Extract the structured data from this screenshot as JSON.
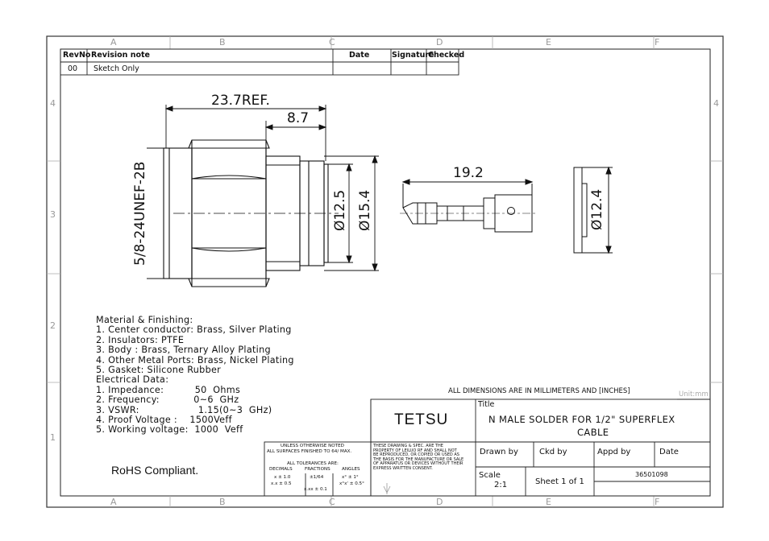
{
  "revision_table": {
    "headers": [
      "RevNo",
      "Revision note",
      "Date",
      "Signature",
      "Checked"
    ],
    "rows": [
      [
        "00",
        "Sketch Only",
        "",
        "",
        ""
      ]
    ]
  },
  "zones": {
    "top": [
      "A",
      "B",
      "C",
      "D",
      "E",
      "F"
    ],
    "bottom": [
      "A",
      "B",
      "C",
      "D",
      "E",
      "F"
    ],
    "left": [
      "4",
      "3",
      "2",
      "1"
    ],
    "right": [
      "4"
    ]
  },
  "dimensions": {
    "overall": "23.7REF.",
    "hex": "8.7",
    "thread": "5/8-24UNEF-2B",
    "dia1": "Ø12.5",
    "dia2": "Ø15.4",
    "pin_len": "19.2",
    "dia3": "Ø12.4"
  },
  "notes": [
    "Material & Finishing:",
    "1. Center conductor: Brass, Silver Plating",
    "2. Insulators: PTFE",
    "3. Body : Brass, Ternary Alloy Plating",
    "4. Other Metal Ports: Brass, Nickel Plating",
    "5. Gasket: Silicone Rubber",
    "Electrical Data:",
    "1. Impedance:          50  Ohms",
    "2. Frequency:           0~6  GHz",
    "3. VSWR:                   1.15(0~3  GHz)",
    "4. Proof Voltage :    1500Veff",
    "5. Working voltage:  1000  Veff"
  ],
  "rohs": "RoHS Compliant.",
  "all_dimensions": "ALL DIMENSIONS ARE IN MILLIMETERS AND [INCHES]",
  "unit": "Unit:mm",
  "title_block": {
    "company": "TETSU",
    "title_label": "Title",
    "title_line1": "N  MALE  SOLDER  FOR  1/2\"  SUPERFLEX",
    "title_line2": "CABLE",
    "drawn_by": "Drawn by",
    "ckd_by": "Ckd by",
    "appd_by": "Appd by",
    "date": "Date",
    "scale_label": "Scale",
    "scale_value": "2:1",
    "sheet": "Sheet 1 of 1",
    "part_no": "36501098"
  },
  "tolerance_block": {
    "line1": "UNLESS OTHERWISE NOTED",
    "line2": "ALL SURFACES FINISHED TO 64/ MAX.",
    "line3": "ALL TOLERANCES ARE:",
    "col_decimals": "DECIMALS",
    "col_fractions": "FRACTIONS",
    "col_angles": "ANGLES",
    "dec1": "x ± 1.0",
    "dec2": "x.x ± 0.5",
    "dec3": "x.xx ± 0.1",
    "frac": "±1/64",
    "ang1": "x° ± 1°",
    "ang2": "x°x' ± 0.5°"
  },
  "property_note": [
    "THESE DRAWING & SPEC. ARE THE",
    "PROPERTY OF LEILUO RF AND SHALL NOT",
    "BE REPRODUCED, OR COPIED OR USED AS",
    "THE BASIS FOR THE MANUFACTURE OR SALE",
    "OF APPARATUS OR DEVICES WITHOUT THEIR",
    "EXPRESS WRITTEN CONSENT."
  ]
}
